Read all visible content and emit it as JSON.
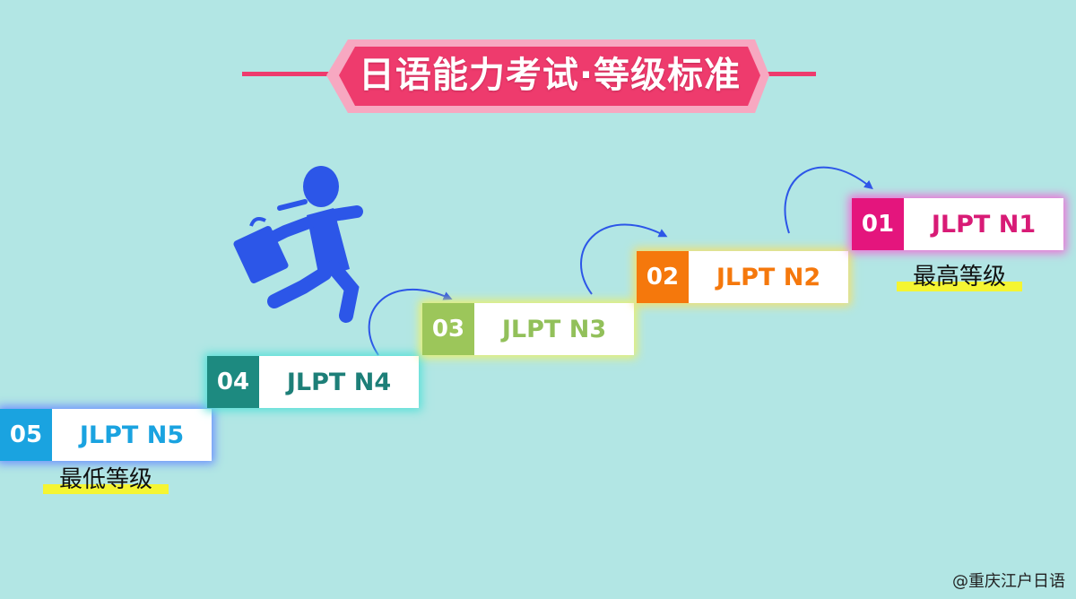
{
  "title": "日语能力考试·等级标准",
  "steps": [
    {
      "num": "05",
      "label": "JLPT N5",
      "color": "#1aa3e0",
      "text_color": "#1aa3e0",
      "glow": "#6a8dff"
    },
    {
      "num": "04",
      "label": "JLPT N4",
      "color": "#1d8a80",
      "text_color": "#1d7f78",
      "glow": "#56e0d8"
    },
    {
      "num": "03",
      "label": "JLPT N3",
      "color": "#9cc65a",
      "text_color": "#92c05a",
      "glow": "#eef06a"
    },
    {
      "num": "02",
      "label": "JLPT N2",
      "color": "#f5780c",
      "text_color": "#f5780c",
      "glow": "#f6e06a"
    },
    {
      "num": "01",
      "label": "JLPT N1",
      "color": "#e4157d",
      "text_color": "#d81b76",
      "glow": "#f06ad6"
    }
  ],
  "notes": {
    "lowest": "最低等级",
    "highest": "最高等级"
  },
  "footer": "@重庆江户日语",
  "colors": {
    "background": "#b2e6e4",
    "title_banner": "#ee3b6d",
    "figure": "#2c56e8",
    "highlight": "#f5f532"
  },
  "icons": [
    "running-businessman-icon",
    "curved-arrow-icon"
  ]
}
